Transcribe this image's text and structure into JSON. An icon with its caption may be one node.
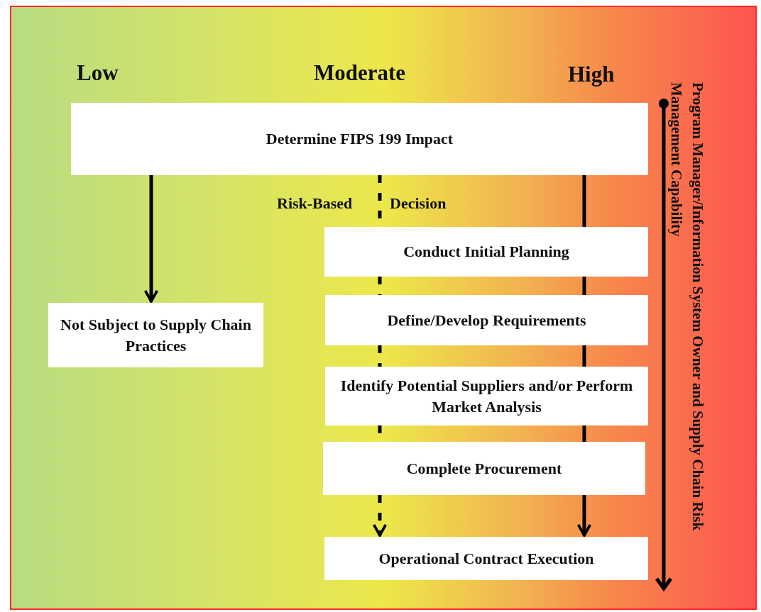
{
  "diagram": {
    "nodes": [
      {
        "text": [
          "Determine FIPS 199 Impact"
        ]
      },
      {
        "text": [
          "Not Subject to Supply Chain Practices"
        ]
      },
      {
        "text": [
          "Conduct Initial Planning"
        ]
      },
      {
        "text": [
          "Define/Develop Requirements"
        ]
      },
      {
        "text": [
          "Identify Potential Suppliers and/or Perform Market Analysis"
        ]
      },
      {
        "text": [
          "Complete Procurement"
        ]
      },
      {
        "text": [
          "Operational Contract Execution"
        ]
      }
    ],
    "edges": [
      {
        "from": 0,
        "to": 1,
        "arrow": "to"
      },
      {
        "from": 0,
        "to": 2,
        "arrow": "none",
        "style": "dashed"
      },
      {
        "from": 2,
        "to": 3,
        "arrow": "none",
        "style": "dashed"
      },
      {
        "from": 3,
        "to": 4,
        "arrow": "none",
        "style": "dashed"
      },
      {
        "from": 4,
        "to": 5,
        "arrow": "none",
        "style": "dashed"
      },
      {
        "from": 5,
        "to": 6,
        "arrow": "to",
        "style": "dashed"
      },
      {
        "from": 0,
        "to": 2,
        "arrow": "none"
      },
      {
        "from": 2,
        "to": 3,
        "arrow": "none"
      },
      {
        "from": 3,
        "to": 4,
        "arrow": "none"
      },
      {
        "from": 4,
        "to": 5,
        "arrow": "none"
      },
      {
        "from": 5,
        "to": 6,
        "arrow": "to"
      }
    ],
    "labels": [
      "Low",
      "Moderate",
      "High",
      "Risk-Based",
      "Decision",
      "Program Manager/Information System Owner and Supply Chain Risk Management Capability"
    ]
  }
}
